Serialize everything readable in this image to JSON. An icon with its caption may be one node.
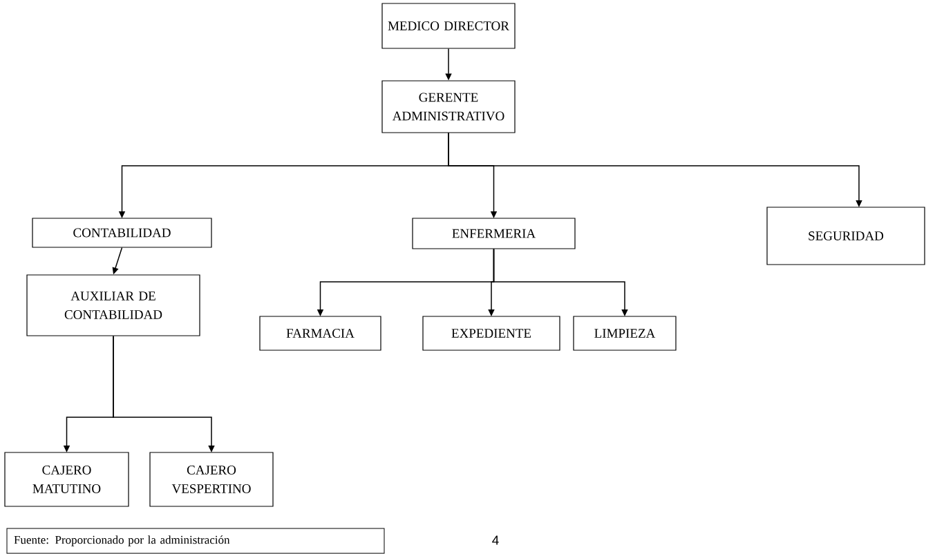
{
  "diagram": {
    "nodes": [
      {
        "text": [
          "MEDICO DIRECTOR"
        ]
      },
      {
        "text": [
          "GERENTE ADMINISTRATIVO"
        ]
      },
      {
        "text": [
          "CONTABILIDAD"
        ]
      },
      {
        "text": [
          "ENFERMERIA"
        ]
      },
      {
        "text": [
          "SEGURIDAD"
        ]
      },
      {
        "text": [
          "AUXILIAR DE CONTABILIDAD"
        ]
      },
      {
        "text": [
          "FARMACIA"
        ]
      },
      {
        "text": [
          "EXPEDIENTE"
        ]
      },
      {
        "text": [
          "LIMPIEZA"
        ]
      },
      {
        "text": [
          "CAJERO MATUTINO"
        ]
      },
      {
        "text": [
          "CAJERO VESPERTINO"
        ]
      },
      {
        "text": [
          "Fuente: Proporcionado por la administración"
        ]
      }
    ],
    "edges": [
      {
        "from": 0,
        "to": 1,
        "arrow": "to"
      },
      {
        "from": 1,
        "to": 2,
        "arrow": "to"
      },
      {
        "from": 1,
        "to": 3,
        "arrow": "to"
      },
      {
        "from": 1,
        "to": 4,
        "arrow": "to"
      },
      {
        "from": 2,
        "to": 5,
        "arrow": "to"
      },
      {
        "from": 3,
        "to": 6,
        "arrow": "to"
      },
      {
        "from": 3,
        "to": 7,
        "arrow": "to"
      },
      {
        "from": 3,
        "to": 8,
        "arrow": "to"
      },
      {
        "from": 5,
        "to": 9,
        "arrow": "to"
      },
      {
        "from": 5,
        "to": 10,
        "arrow": "to"
      }
    ],
    "labels": [
      "4"
    ]
  }
}
